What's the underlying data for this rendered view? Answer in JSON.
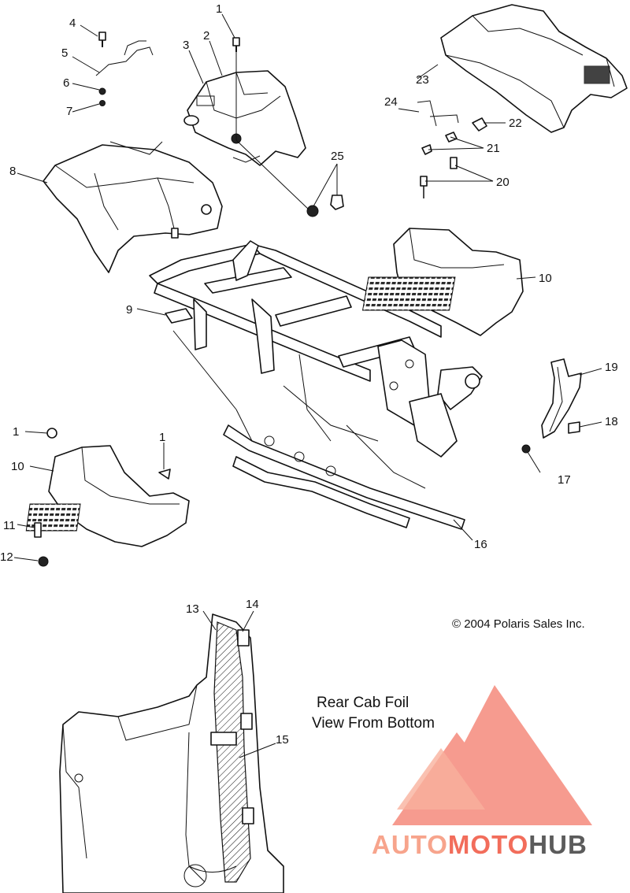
{
  "diagram": {
    "copyright": "© 2004 Polaris Sales Inc.",
    "inset_caption_line1": "Rear Cab Foil",
    "inset_caption_line2": "View From Bottom",
    "callouts": {
      "c1_top": "1",
      "c2": "2",
      "c3": "3",
      "c4": "4",
      "c5": "5",
      "c6": "6",
      "c7": "7",
      "c8": "8",
      "c9": "9",
      "c10_right": "10",
      "c10_left": "10",
      "c1_left": "1",
      "c1_mid": "1",
      "c11": "11",
      "c12": "12",
      "c13": "13",
      "c14": "14",
      "c15": "15",
      "c16": "16",
      "c17": "17",
      "c18": "18",
      "c19": "19",
      "c20": "20",
      "c21": "21",
      "c22": "22",
      "c23": "23",
      "c24": "24",
      "c25": "25"
    }
  },
  "watermark": {
    "brand_part1": "AUTO",
    "brand_part2": "MOTO",
    "brand_part3": "HUB",
    "color_primary": "#f26d5b",
    "color_secondary": "#f7a48c",
    "color_dark": "#5b5b5b"
  }
}
